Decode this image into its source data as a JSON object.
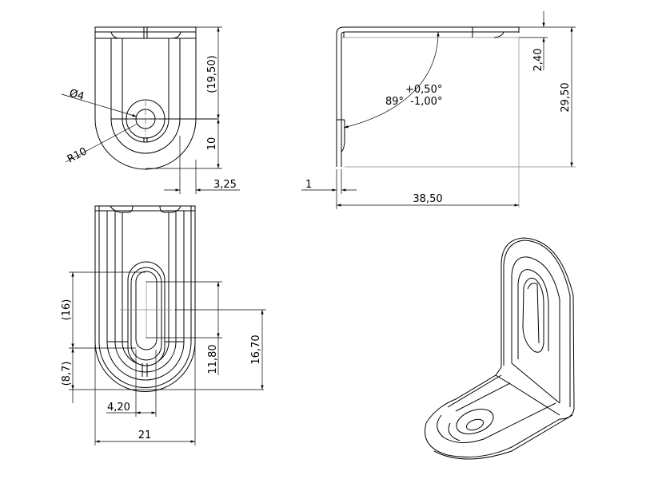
{
  "top_view": {
    "dim_overall_ref": "(19,50)",
    "dim_radius_height": "10",
    "dim_offset": "3,25",
    "dim_hole_diameter": "Ø4",
    "dim_radius": "R10"
  },
  "side_view": {
    "dim_thickness": "2,40",
    "dim_height": "29,50",
    "dim_wall": "1",
    "dim_length": "38,50",
    "angle_tol_plus": "+0,50°",
    "angle_label": "89°  -1,00°"
  },
  "front_view": {
    "dim_slot_ref": "(16)",
    "dim_bottom_ref": "(8,7)",
    "dim_slot_length": "11,80",
    "dim_slot_center": "16,70",
    "dim_slot_width": "4,20",
    "dim_width": "21"
  }
}
